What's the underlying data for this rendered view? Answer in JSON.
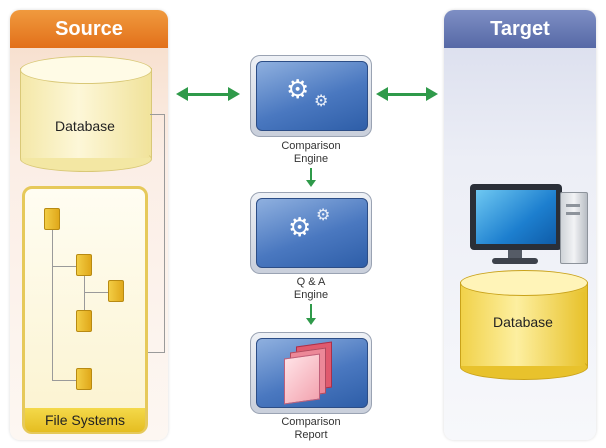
{
  "source": {
    "header": "Source",
    "database_label": "Database",
    "file_systems_label": "File Systems"
  },
  "target": {
    "header": "Target",
    "database_label": "Database"
  },
  "engines": [
    {
      "label_line1": "Comparison",
      "label_line2": "Engine",
      "icon": "gears-icon"
    },
    {
      "label_line1": "Q & A",
      "label_line2": "Engine",
      "icon": "gears-icon"
    },
    {
      "label_line1": "Comparison",
      "label_line2": "Report",
      "icon": "report-pages-icon"
    }
  ],
  "colors": {
    "source_accent": "#e2701a",
    "target_accent": "#5669a6",
    "arrow": "#2f9a4a",
    "file_systems_bar": "#e5bd21"
  }
}
